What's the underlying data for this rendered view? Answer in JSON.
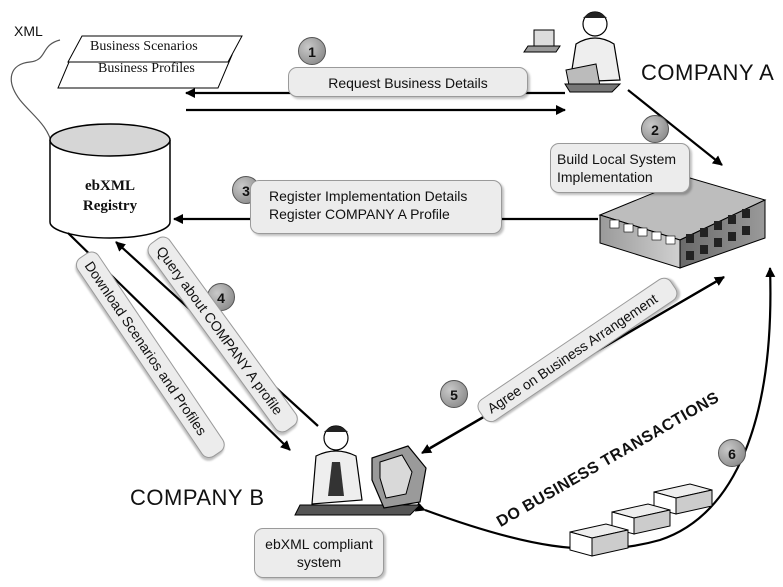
{
  "labels": {
    "xml": "XML",
    "business_scenarios": "Business Scenarios",
    "business_profiles": "Business Profiles",
    "registry_line1": "ebXML",
    "registry_line2": "Registry",
    "company_a": "COMPANY A",
    "company_b": "COMPANY B",
    "do_business": "DO BUSINESS TRANSACTIONS"
  },
  "steps": [
    {
      "number": "1",
      "lines": [
        "Request Business Details"
      ]
    },
    {
      "number": "2",
      "lines": [
        "Build Local System",
        "Implementation"
      ]
    },
    {
      "number": "3",
      "lines": [
        "Register Implementation Details",
        "Register COMPANY A  Profile"
      ]
    },
    {
      "number": "4",
      "lines": [
        "Query about COMPANY A profile"
      ]
    },
    {
      "number": "5",
      "lines": [
        "Agree on Business Arrangement"
      ]
    },
    {
      "number": "6",
      "lines": []
    }
  ],
  "download_label": "Download  Scenarios and Profiles",
  "compliant_lines": [
    "ebXML compliant",
    "system"
  ],
  "icons": {
    "company_a_person": "person-at-laptop-icon",
    "company_b_person": "person-at-computer-icon",
    "office": "office-building-icon",
    "registry": "database-cylinder-icon",
    "documents": "document-sheets-icon",
    "transactions": "transaction-boxes-icon"
  },
  "colors": {
    "step_circle": "#8a8a8a",
    "label_box": "#ececec",
    "line": "#000000"
  }
}
